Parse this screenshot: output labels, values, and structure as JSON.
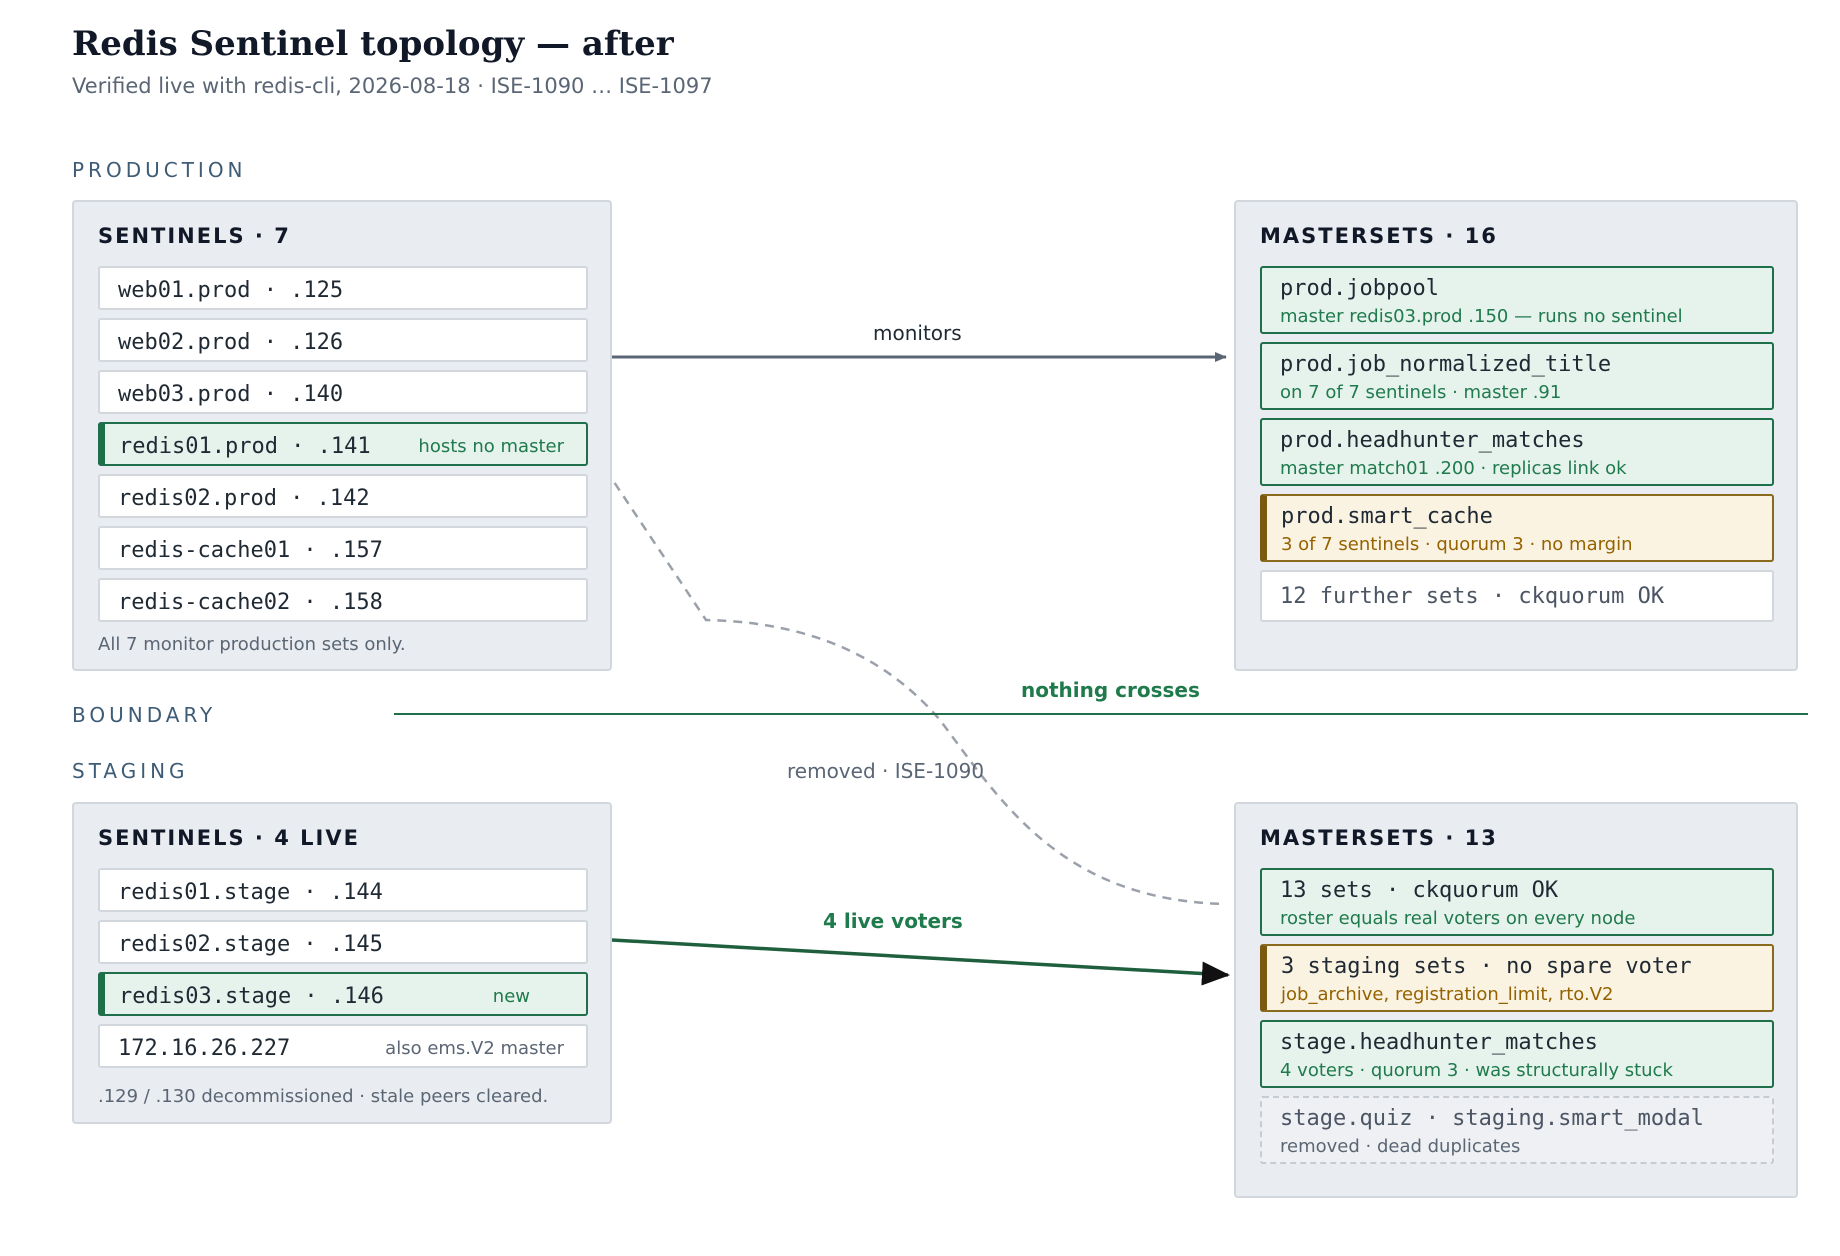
{
  "title": "Redis Sentinel topology — after",
  "subtitle": "Verified live with redis-cli, 2026-08-18 · ISE-1090 … ISE-1097",
  "sections": {
    "production": "PRODUCTION",
    "boundary": "BOUNDARY",
    "staging": "STAGING"
  },
  "production": {
    "sentinels": {
      "title": "SENTINELS · 7",
      "nodes": [
        {
          "host": "web01.prod  ·  .125",
          "tag": ""
        },
        {
          "host": "web02.prod  ·  .126",
          "tag": ""
        },
        {
          "host": "web03.prod  ·  .140",
          "tag": ""
        },
        {
          "host": "redis01.prod  ·  .141",
          "tag": "hosts no master"
        },
        {
          "host": "redis02.prod  ·  .142",
          "tag": ""
        },
        {
          "host": "redis-cache01  ·  .157",
          "tag": ""
        },
        {
          "host": "redis-cache02  ·  .158",
          "tag": ""
        }
      ],
      "note": "All 7 monitor production sets only."
    },
    "mastersets": {
      "title": "MASTERSETS · 16",
      "sets": [
        {
          "name": "prod.jobpool",
          "detail": "master redis03.prod .150 — runs no sentinel",
          "status": "ok"
        },
        {
          "name": "prod.job_normalized_title",
          "detail": "on 7 of 7 sentinels · master .91",
          "status": "ok"
        },
        {
          "name": "prod.headhunter_matches",
          "detail": "master match01 .200 · replicas link ok",
          "status": "ok"
        },
        {
          "name": "prod.smart_cache",
          "detail": "3 of 7 sentinels · quorum 3 · no margin",
          "status": "warn"
        },
        {
          "name": "12 further sets  ·  ckquorum OK",
          "detail": "",
          "status": "plain"
        }
      ]
    }
  },
  "staging": {
    "sentinels": {
      "title": "SENTINELS · 4 LIVE",
      "nodes": [
        {
          "host": "redis01.stage  ·  .144",
          "tag": ""
        },
        {
          "host": "redis02.stage  ·  .145",
          "tag": ""
        },
        {
          "host": "redis03.stage  ·  .146",
          "tag": "new"
        },
        {
          "host": "172.16.26.227",
          "tag": "also ems.V2 master"
        }
      ],
      "note": ".129 / .130 decommissioned · stale peers cleared."
    },
    "mastersets": {
      "title": "MASTERSETS · 13",
      "sets": [
        {
          "name": "13 sets  ·  ckquorum OK",
          "detail": "roster equals real voters on every node",
          "status": "ok"
        },
        {
          "name": "3 staging sets  ·  no spare voter",
          "detail": "job_archive, registration_limit, rto.V2",
          "status": "warn"
        },
        {
          "name": "stage.headhunter_matches",
          "detail": "4 voters · quorum 3 · was structurally stuck",
          "status": "ok"
        },
        {
          "name": "stage.quiz  ·  staging.smart_modal",
          "detail": "removed · dead duplicates",
          "status": "removed"
        }
      ]
    }
  },
  "edges": {
    "monitors": "monitors",
    "boundary": "nothing crosses",
    "removed": "removed · ISE-1090",
    "live_voters": "4 live voters"
  },
  "colors": {
    "ok": "#1f6f4a",
    "warn": "#7a5a10",
    "arrow": "#5b6675",
    "removed_line": "#9aa1aa"
  }
}
